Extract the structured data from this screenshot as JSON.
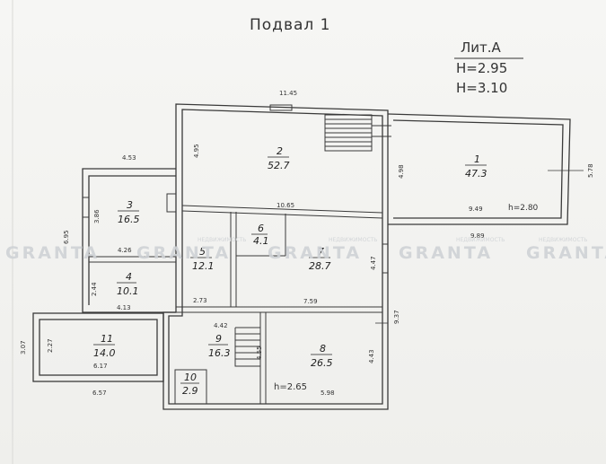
{
  "title": "Подвал 1",
  "lit": {
    "name": "Лит.А",
    "h1": "H=2.95",
    "h2": "H=3.10"
  },
  "rooms": [
    {
      "num": "1",
      "area": "47.3"
    },
    {
      "num": "2",
      "area": "52.7"
    },
    {
      "num": "3",
      "area": "16.5"
    },
    {
      "num": "4",
      "area": "10.1"
    },
    {
      "num": "5",
      "area": "12.1"
    },
    {
      "num": "6",
      "area": "4.1"
    },
    {
      "num": "7",
      "area": "28.7"
    },
    {
      "num": "8",
      "area": "26.5"
    },
    {
      "num": "9",
      "area": "16.3"
    },
    {
      "num": "10",
      "area": "2.9"
    },
    {
      "num": "11",
      "area": "14.0"
    }
  ],
  "dims": {
    "d1145": "11.45",
    "d453": "4.53",
    "d495": "4.95",
    "d498": "4.98",
    "d578": "5.78",
    "d949": "9.49",
    "h280": "h=2.80",
    "d989": "9.89",
    "d1065": "10.65",
    "d386": "3.86",
    "d695": "6.95",
    "d426": "4.26",
    "d244": "2.44",
    "d413": "4.13",
    "d447": "4.47",
    "d273": "2.73",
    "d759": "7.59",
    "d937": "9.37",
    "d442": "4.42",
    "d455": "4.55",
    "d443": "4.43",
    "d307": "3.07",
    "d227": "2.27",
    "d617": "6.17",
    "d657": "6.57",
    "h265": "h=2.65",
    "d598": "5.98"
  },
  "watermark": {
    "brand": "GRANTA",
    "sub": "НЕДВИЖИМОСТЬ"
  }
}
